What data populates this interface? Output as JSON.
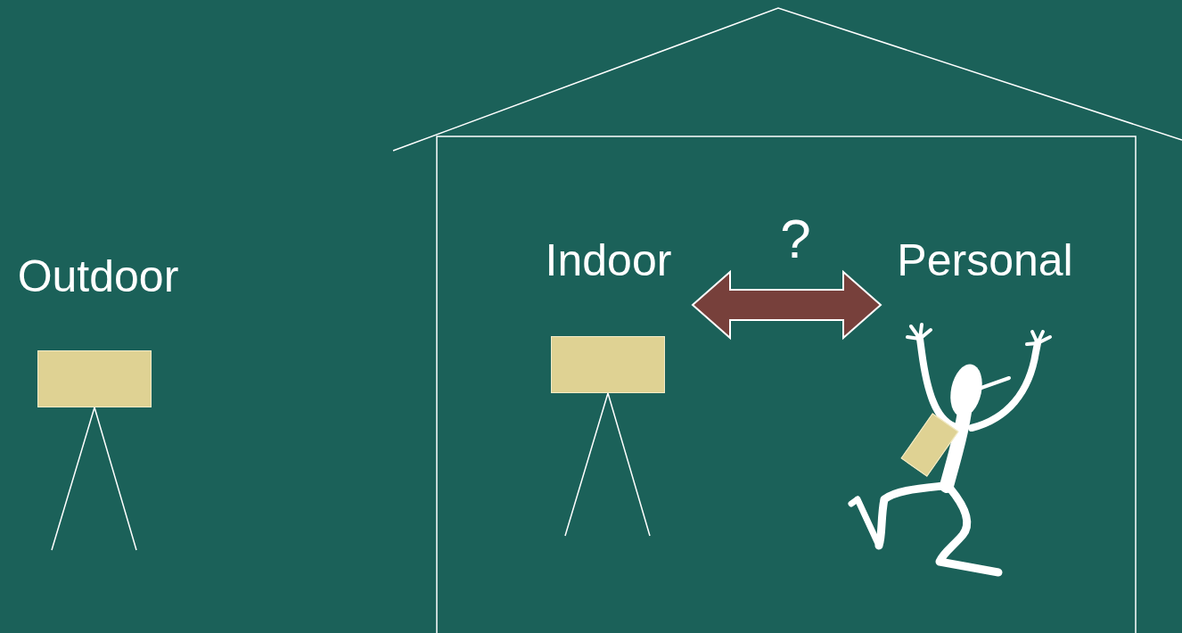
{
  "diagram": {
    "nodes": [
      {
        "text": [
          "Outdoor"
        ]
      },
      {
        "text": [
          "Indoor"
        ]
      },
      {
        "text": [
          "Personal"
        ]
      }
    ],
    "edges": [
      {
        "from": 1,
        "to": 2,
        "arrow": "both",
        "label": "?"
      }
    ]
  }
}
